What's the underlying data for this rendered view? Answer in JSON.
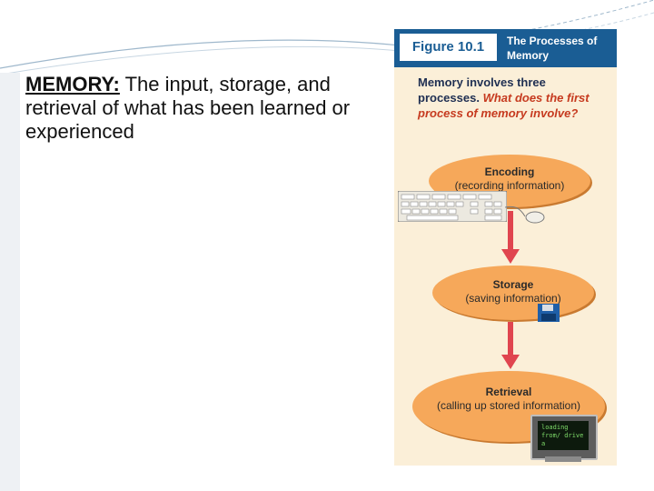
{
  "slide": {
    "definition": {
      "term": "MEMORY:",
      "text": " The input, storage, and retrieval of what has been learned or experienced"
    }
  },
  "figure": {
    "label": "Figure 10.1",
    "title": "The Processes of Memory",
    "intro": "Memory involves three processes.",
    "question": "What does the first process of memory involve?",
    "steps": [
      {
        "name": "Encoding",
        "desc": "(recording information)",
        "icon": "keyboard-mouse-icon"
      },
      {
        "name": "Storage",
        "desc": "(saving information)",
        "icon": "floppy-disk-icon"
      },
      {
        "name": "Retrieval",
        "desc": "(calling up stored information)",
        "icon": "monitor-icon"
      }
    ],
    "screen_text": "loading from/ drive a"
  },
  "colors": {
    "figure_header": "#1a5d94",
    "figure_background": "#fbefd8",
    "ellipse": "#f6a85a",
    "arrow": "#e0454f",
    "question": "#c63a1f"
  }
}
